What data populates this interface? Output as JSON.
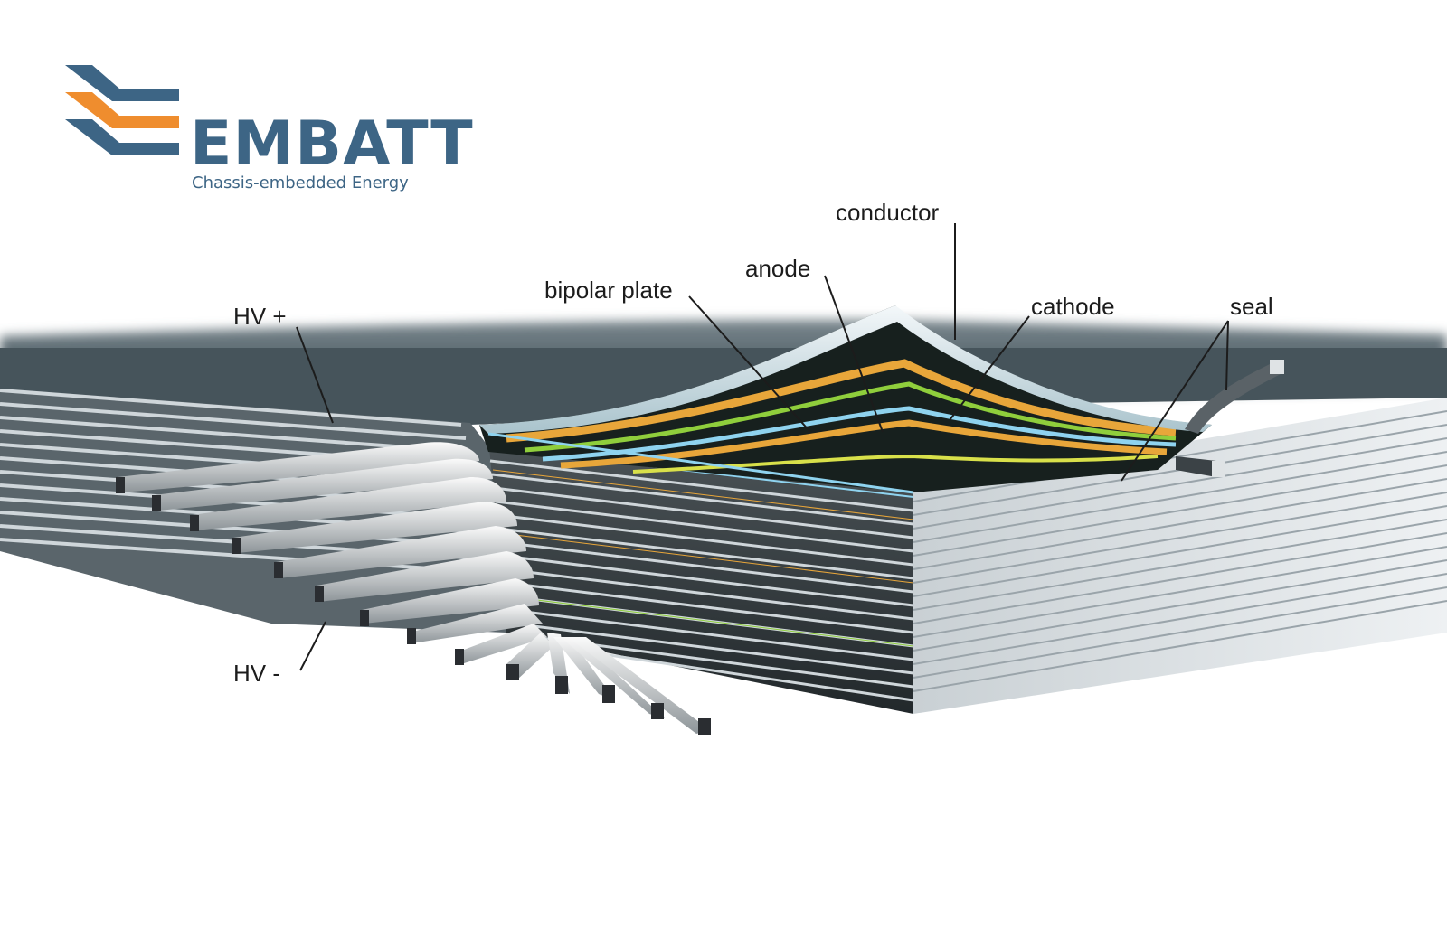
{
  "logo": {
    "wordmark": "EMBATT",
    "tagline": "Chassis-embedded Energy",
    "colors": {
      "blue": "#3d6585",
      "orange": "#ef8d2e"
    }
  },
  "labels": {
    "hv_plus": "HV +",
    "hv_minus": "HV -",
    "bipolar_plate": "bipolar plate",
    "anode": "anode",
    "conductor": "conductor",
    "cathode": "cathode",
    "seal": "seal"
  },
  "colors": {
    "top_surface": "#4d5a60",
    "plate_light": "#e4e9ec",
    "anode": "#e8a63a",
    "cathode": "#8fce3c",
    "conductor_blue": "#8fd3ef",
    "tab_dark": "#2a2d31"
  }
}
